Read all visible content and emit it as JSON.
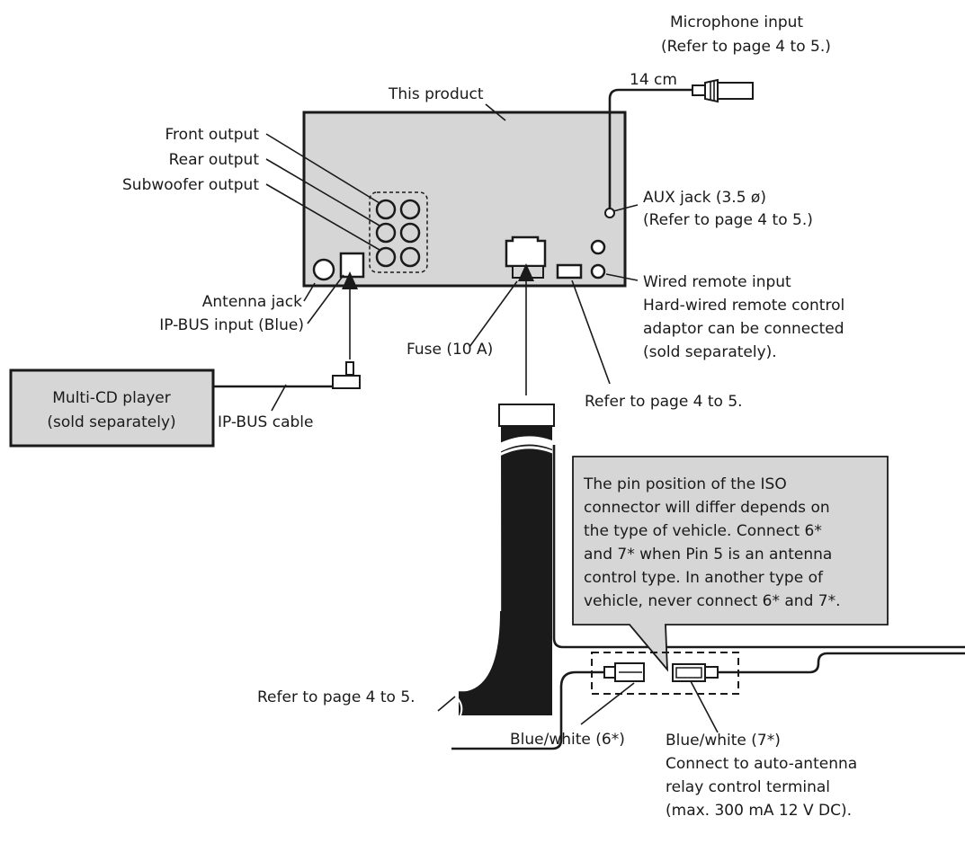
{
  "labels": {
    "mic_title": "Microphone input",
    "mic_ref": "(Refer to page 4 to 5.)",
    "length_14cm": "14 cm",
    "this_product": "This product",
    "front_output": "Front output",
    "rear_output": "Rear output",
    "subwoofer_output": "Subwoofer output",
    "aux_title": "AUX jack (3.5 ø)",
    "aux_ref": "(Refer to page 4 to 5.)",
    "wired_remote_1": "Wired remote input",
    "wired_remote_2": "Hard-wired remote control",
    "wired_remote_3": "adaptor can be connected",
    "wired_remote_4": "(sold separately).",
    "antenna_jack": "Antenna jack",
    "ipbus_input": "IP-BUS input (Blue)",
    "fuse": "Fuse (10 A)",
    "refer_middle": "Refer to page 4 to 5.",
    "multicd_1": "Multi-CD player",
    "multicd_2": "(sold separately)",
    "ipbus_cable": "IP-BUS cable",
    "note_1": "The pin position of the ISO",
    "note_2": "connector will differ depends on",
    "note_3": "the type of vehicle. Connect 6*",
    "note_4": "and 7* when Pin 5 is an antenna",
    "note_5": "control type. In another type of",
    "note_6": "vehicle, never connect 6* and 7*.",
    "refer_left": "Refer to page 4 to 5.",
    "blue_white_6": "Blue/white (6*)",
    "blue_white_7": "Blue/white (7*)",
    "auto_ant_1": "Connect to auto-antenna",
    "auto_ant_2": "relay control terminal",
    "auto_ant_3": "(max. 300 mA 12 V DC)."
  },
  "colors": {
    "product_fill": "#d6d6d6",
    "note_fill": "#d6d6d6",
    "line": "#1a1a1a"
  }
}
